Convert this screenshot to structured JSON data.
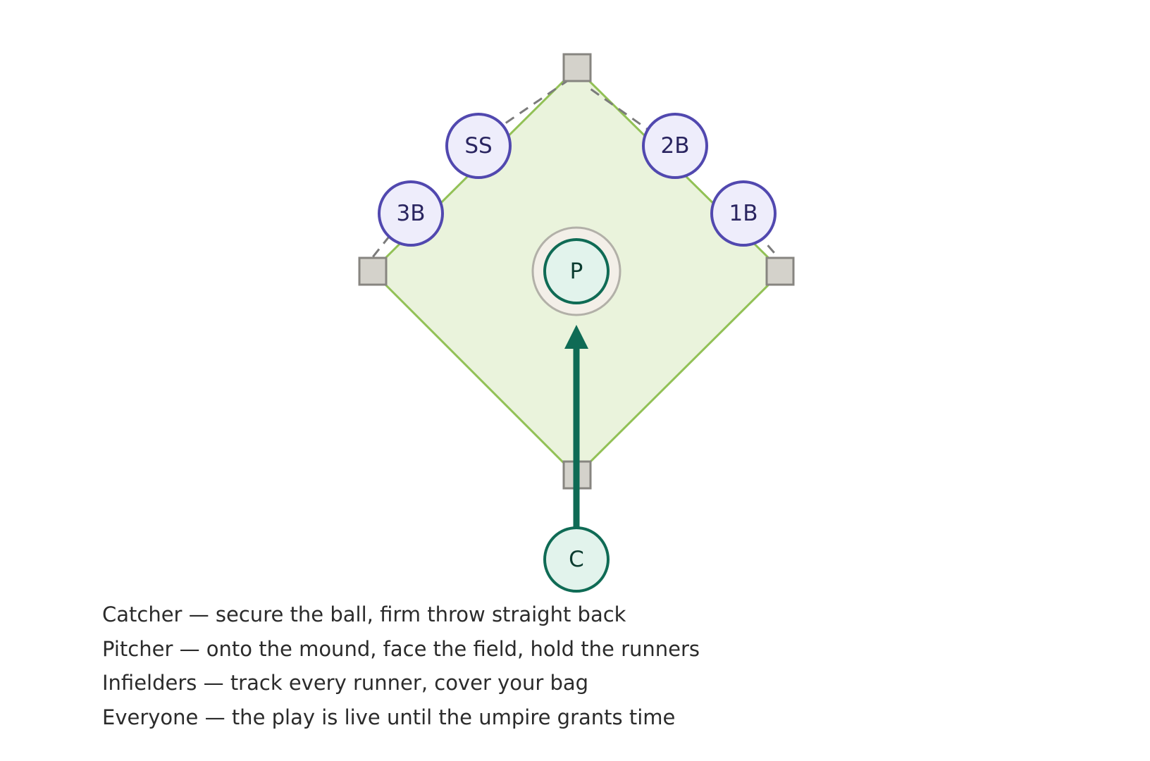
{
  "colors": {
    "field_fill": "#eaf3dc",
    "field_stroke": "#92c156",
    "base_fill": "#d4d2cb",
    "base_stroke": "#878580",
    "fielder_fill": "#eeedfb",
    "fielder_stroke": "#5148af",
    "fielder_text": "#2a2560",
    "battery_fill": "#e2f3ec",
    "battery_stroke": "#0f6b55",
    "battery_text": "#0b3b2f",
    "mound_fill": "#f3efe8",
    "mound_stroke": "#b2b0a8",
    "arrow": "#0f6b55",
    "guide_dash": "#7b7b7b",
    "text": "#2b2b2b"
  },
  "positions": {
    "pitcher": "P",
    "catcher": "C",
    "first_base": "1B",
    "second_base": "2B",
    "shortstop": "SS",
    "third_base": "3B"
  },
  "notes": [
    "Catcher — secure the ball, firm throw straight back",
    "Pitcher — onto the mound, face the field, hold the runners",
    "Infielders — track every runner, cover your bag",
    "Everyone — the play is live until the umpire grants time"
  ]
}
